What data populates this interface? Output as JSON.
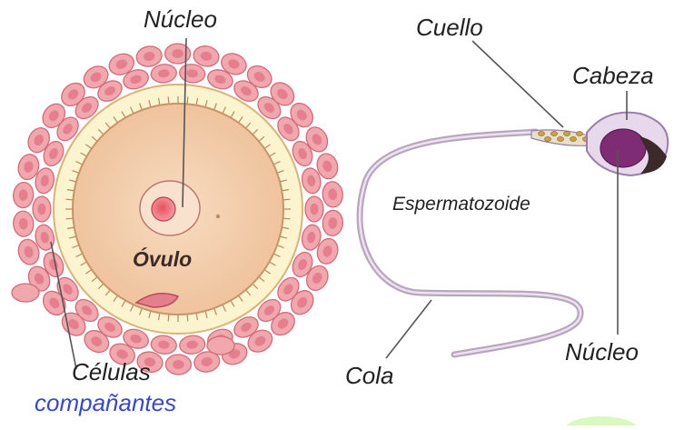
{
  "colors": {
    "cell_body": "#f4cfae",
    "cell_ring": "#fbf4cf",
    "companion_cells": "#f0a8ae",
    "companion_outline": "#d26b78",
    "companion_nucleus": "#e57f8d",
    "sperm_body": "#e8d8ec",
    "sperm_outline": "#9a7ea8",
    "sperm_nucleus": "#7e2c74",
    "acrosome": "#3c2a2a",
    "midpiece": "#c9a24a",
    "leader_line": "#555555",
    "label_text": "#222222",
    "accent_text": "#3a48c8"
  },
  "ovum": {
    "nucleus_label": "Núcleo",
    "cell_label": "Óvulo",
    "companions_label_1": "Células",
    "companions_label_2": "compañantes"
  },
  "sperm": {
    "neck_label": "Cuello",
    "head_label": "Cabeza",
    "cell_label": "Espermatozoide",
    "nucleus_label": "Núcleo",
    "tail_label": "Cola"
  }
}
